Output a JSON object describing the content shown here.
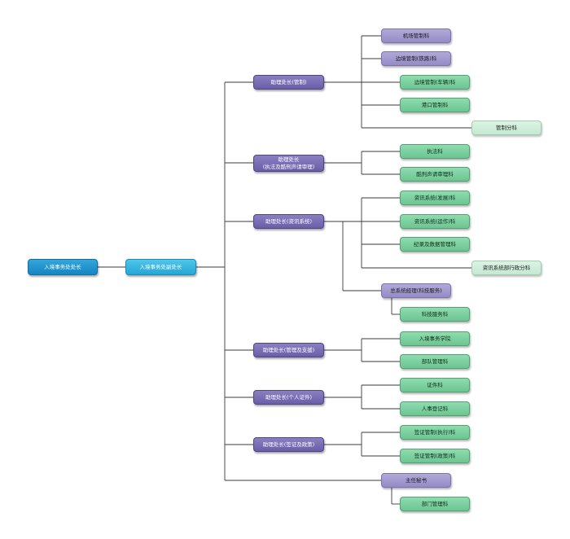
{
  "colors": {
    "director": "#1585c3",
    "deputy": "#26a6d6",
    "assistant": "#6a5ea8",
    "secondary": "#958bc6",
    "section": "#6cc592",
    "sub_division": "#c5e9d2",
    "connector": "#3a3a3a"
  },
  "nodes": {
    "director": "入境事务处处长",
    "deputy": "入境事务处副处长",
    "adc_control": "助理处长(管制)",
    "airport_control": "机场管制科",
    "rail_control": "边境管制(铁路)科",
    "vehicle_control": "边境管制(车辆)科",
    "harbour_control": "港口管制科",
    "control_division": "管制分科",
    "adc_enforcement": "助理处长\n(执法及酷刑声请审理)",
    "enforcement": "执法科",
    "torture_claims": "酷刑声请审理科",
    "adc_info": "助理处长(资讯系统)",
    "info_dev": "资讯系统(发展)科",
    "info_ops": "资讯系统(运作)科",
    "records_data": "纪录及数据管理科",
    "info_admin_division": "资讯系统部行政分科",
    "chief_systems_manager": "总系统经理(科技服务)",
    "tech_services": "科技服务科",
    "adc_management": "助理处长(管理及支援)",
    "academy": "入境事务学院",
    "force_management": "部队管理科",
    "adc_documents": "助理处长(个人证件)",
    "documents": "证件科",
    "registration": "人事登记科",
    "adc_visa": "助理处长(签证及政策)",
    "visa_enforcement": "签证管制(执行)科",
    "visa_policy": "签证管制(政策)科",
    "secretary": "主任秘书",
    "departmental_admin": "部门管理科"
  }
}
